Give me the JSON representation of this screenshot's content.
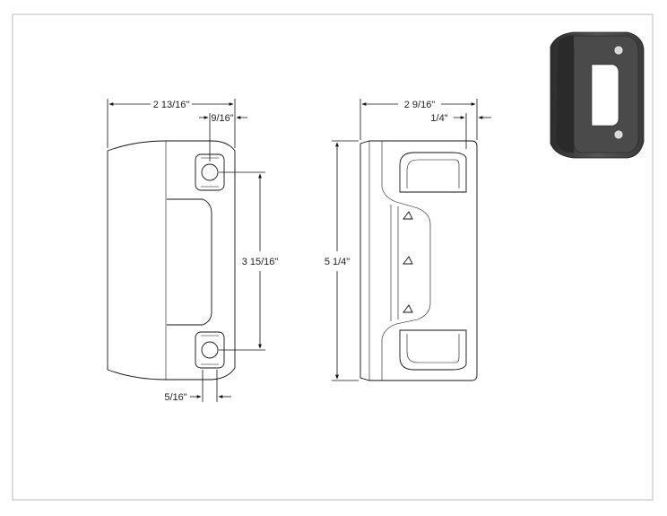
{
  "dimensions": {
    "front_width": "2 13/16\"",
    "hole_offset_top": "9/16\"",
    "hole_spacing": "3 15/16\"",
    "hole_offset_bottom": "5/16\"",
    "side_width": "2 9/16\"",
    "side_step": "1/4\"",
    "overall_height": "5 1/4\""
  },
  "colors": {
    "line": "#111111",
    "paper": "#ffffff",
    "frame": "#bbbbbb",
    "render_dark": "#3a3a3a",
    "render_mid": "#5a5a5a"
  }
}
